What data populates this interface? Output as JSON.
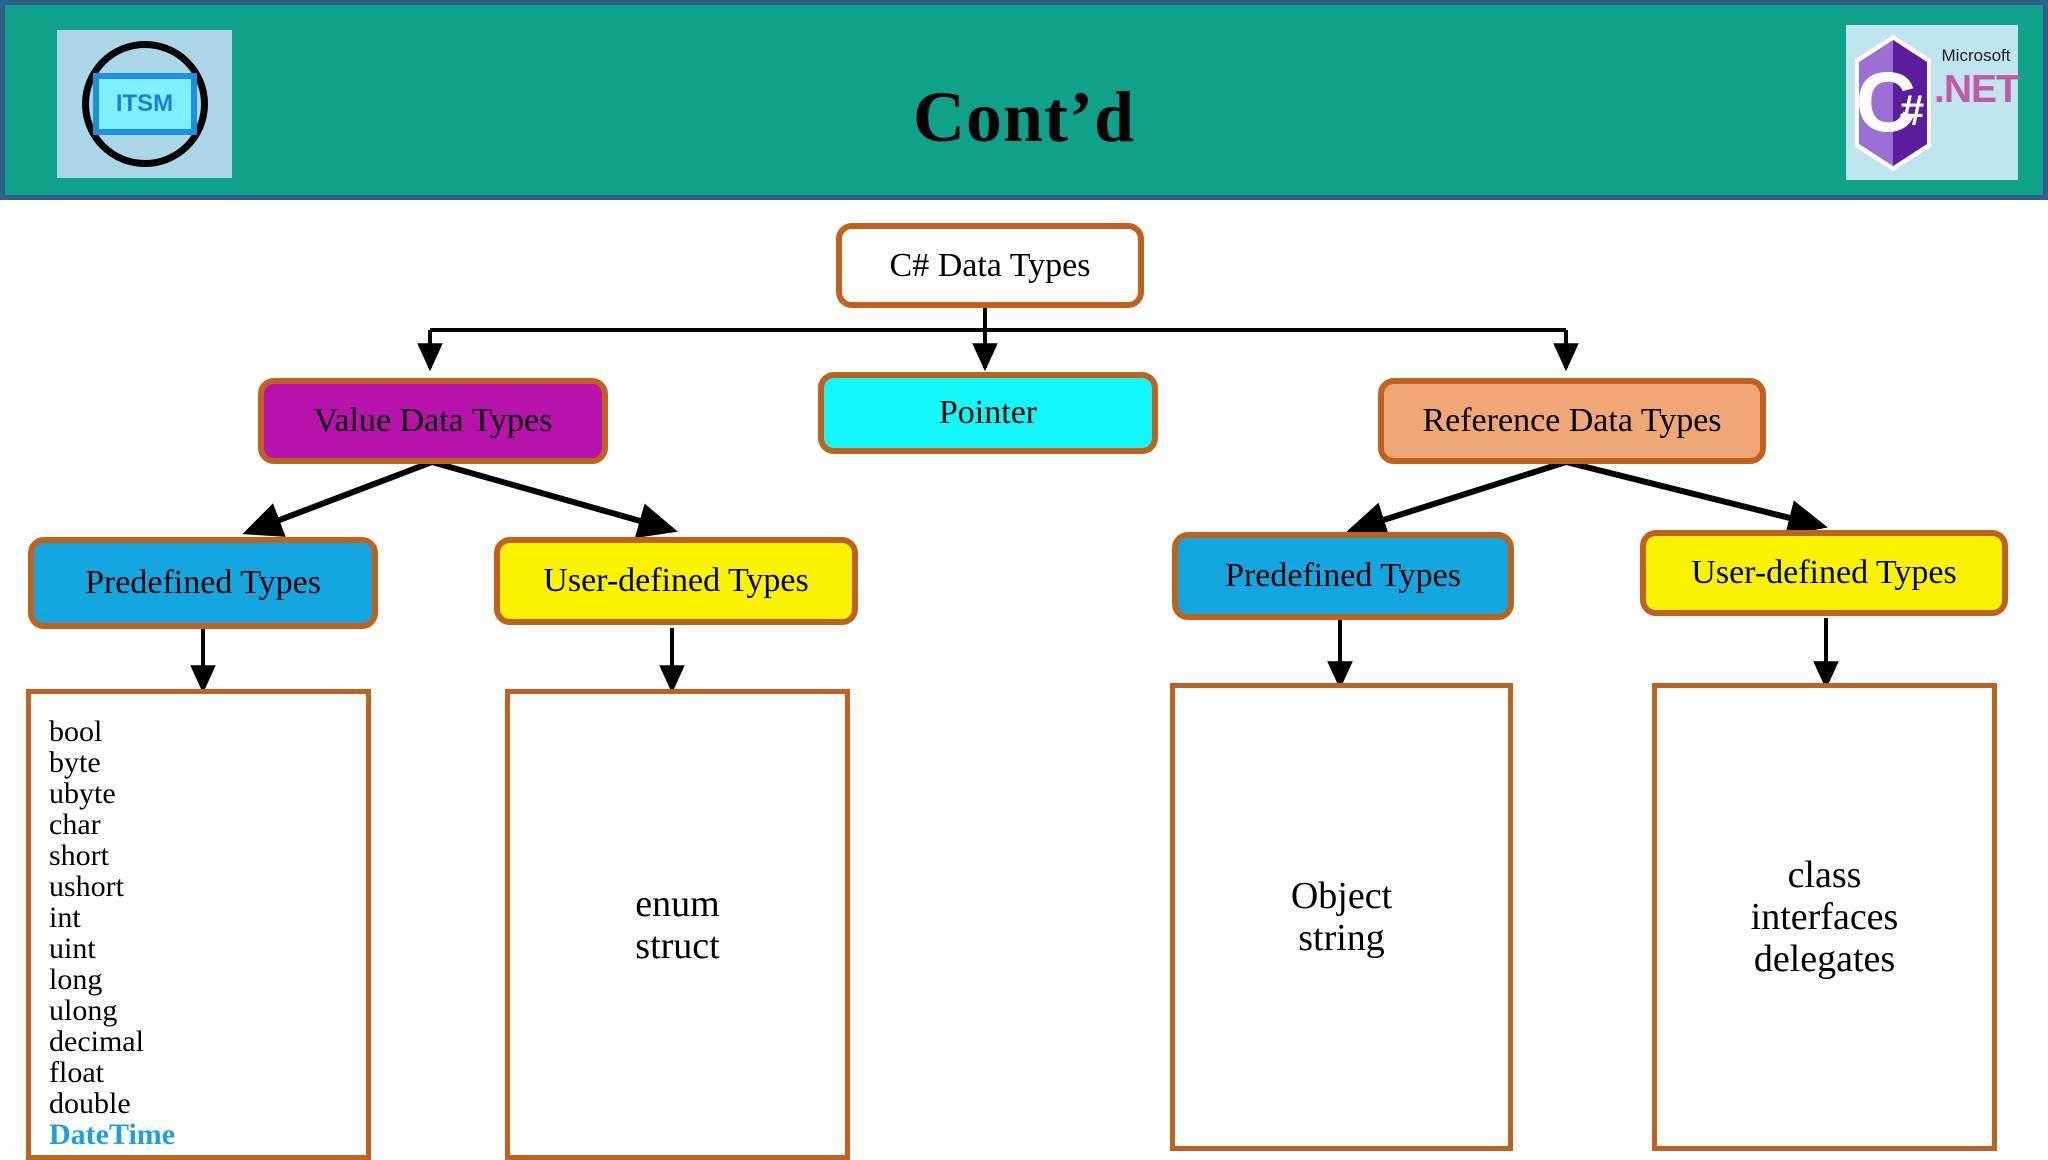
{
  "header": {
    "title": "Cont’d",
    "background_color": "#0fa28b",
    "border_color": "#2e5f8a",
    "left_logo": {
      "name": "itsm-logo",
      "text": "ITSM"
    },
    "right_logo": {
      "name": "csharp-dotnet-logo",
      "mark_text": "C#",
      "brand_line1": "Microsoft",
      "brand_line2": ".NET"
    }
  },
  "diagram": {
    "type": "tree",
    "root": {
      "id": "csharp-data-types",
      "label": "C# Data Types",
      "fill": "#ffffff",
      "border": "#c0621d"
    },
    "level2": [
      {
        "id": "value-data-types",
        "label": "Value Data Types",
        "fill": "#b812ac"
      },
      {
        "id": "pointer",
        "label": "Pointer",
        "fill": "#13f7fb"
      },
      {
        "id": "reference-data-types",
        "label": "Reference Data Types",
        "fill": "#f0a777"
      }
    ],
    "level3": [
      {
        "id": "value-predefined-types",
        "label": "Predefined Types",
        "fill": "#13a6e0",
        "parent": "value-data-types"
      },
      {
        "id": "value-user-defined-types",
        "label": "User-defined Types",
        "fill": "#fbf300",
        "parent": "value-data-types"
      },
      {
        "id": "reference-predefined-types",
        "label": "Predefined Types",
        "fill": "#13a6e0",
        "parent": "reference-data-types"
      },
      {
        "id": "reference-user-defined-types",
        "label": "User-defined Types",
        "fill": "#fbf300",
        "parent": "reference-data-types"
      }
    ],
    "leaves": [
      {
        "id": "value-predefined-list",
        "parent": "value-predefined-types",
        "align": "left",
        "items": [
          {
            "text": "bool",
            "accent": false
          },
          {
            "text": "byte",
            "accent": false
          },
          {
            "text": "ubyte",
            "accent": false
          },
          {
            "text": "char",
            "accent": false
          },
          {
            "text": "short",
            "accent": false
          },
          {
            "text": "ushort",
            "accent": false
          },
          {
            "text": "int",
            "accent": false
          },
          {
            "text": "uint",
            "accent": false
          },
          {
            "text": "long",
            "accent": false
          },
          {
            "text": "ulong",
            "accent": false
          },
          {
            "text": "decimal",
            "accent": false
          },
          {
            "text": "float",
            "accent": false
          },
          {
            "text": "double",
            "accent": false
          },
          {
            "text": "DateTime",
            "accent": true
          }
        ]
      },
      {
        "id": "value-user-defined-list",
        "parent": "value-user-defined-types",
        "align": "center",
        "items": [
          {
            "text": "enum",
            "accent": false
          },
          {
            "text": "struct",
            "accent": false
          }
        ]
      },
      {
        "id": "reference-predefined-list",
        "parent": "reference-predefined-types",
        "align": "center",
        "items": [
          {
            "text": "Object",
            "accent": false
          },
          {
            "text": "string",
            "accent": false
          }
        ]
      },
      {
        "id": "reference-user-defined-list",
        "parent": "reference-user-defined-types",
        "align": "center",
        "items": [
          {
            "text": "class",
            "accent": false
          },
          {
            "text": "interfaces",
            "accent": false
          },
          {
            "text": "delegates",
            "accent": false
          }
        ]
      }
    ],
    "accent_text_color": "#1d9fe2",
    "connector_color": "#000000"
  }
}
